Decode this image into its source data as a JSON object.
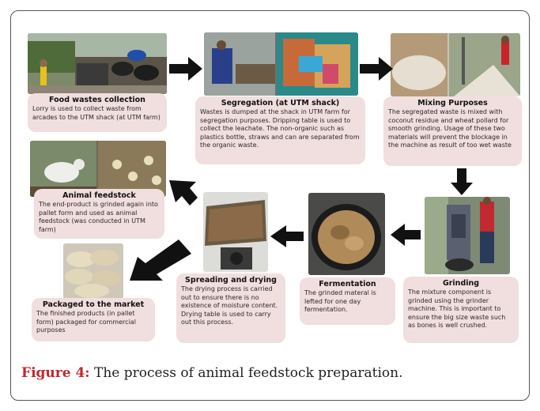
{
  "steps": [
    {
      "title": "Food wastes collection",
      "text": "Lorry is used to collect waste from arcades to the UTM shack (at UTM farm)"
    },
    {
      "title": "Segregation (at UTM shack)",
      "text": "Wastes is dumped at the shack in UTM farm for segregation purposes. Dripping table is used to collect the leachate. The non-organic such as plastics bottle, straws and can are separated from the organic waste."
    },
    {
      "title": "Mixing Purposes",
      "text": "The segregated waste is mixed with coconut residue and wheat pollard for smooth grinding. Usage of these two materials will prevent the blockage in the machine as result of too wet waste"
    },
    {
      "title": "Animal feedstock",
      "text": "The end-product is grinded again into pallet form and used as animal feedstock (was conducted in UTM farm)"
    },
    {
      "title": "Fermentation",
      "text": "The grinded materal is lefted for one day fermentation."
    },
    {
      "title": "Spreading and drying",
      "text": "The drying process is carried out to ensure there is no existence of moisture content. Drying table is used to carry out this process."
    },
    {
      "title": "Grinding",
      "text": "The mixture component is grinded using the grinder machine. This is important to ensure the big size waste such as bones is well crushed."
    },
    {
      "title": "Packaged to the market",
      "text": "The finished products (in pallet form) packaged for commercial purposes"
    }
  ],
  "caption": {
    "label": "Figure 4:",
    "text": " The process of animal feedstock preparation."
  }
}
